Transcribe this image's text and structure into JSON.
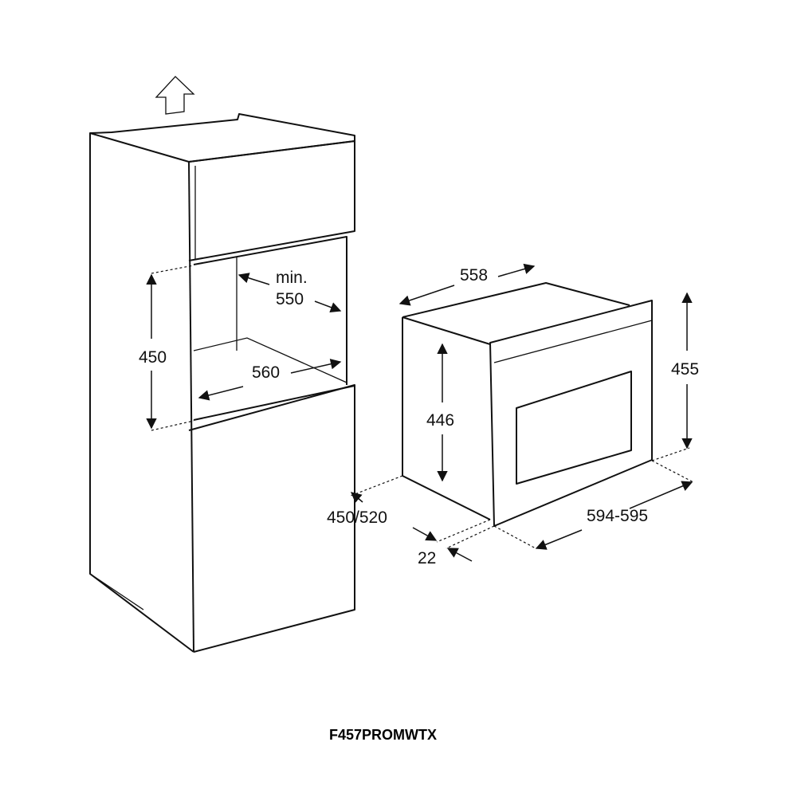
{
  "diagram": {
    "model": "F457PROMWTX",
    "niche": {
      "height_label": "450",
      "depth_label_line1": "min.",
      "depth_label_line2": "550",
      "width_label": "560"
    },
    "oven": {
      "depth_label": "558",
      "height_outer_label": "455",
      "height_body_label": "446",
      "width_label": "594-595",
      "install_depth_label": "450/520",
      "front_offset_label": "22"
    },
    "icons": [
      "ventilation-up-arrow-icon"
    ]
  }
}
